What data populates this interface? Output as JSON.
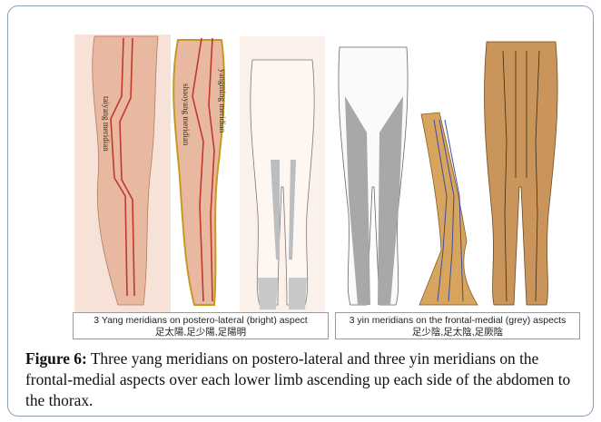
{
  "figure": {
    "labels": {
      "taiyang": "taiyang meridian",
      "shaoyang": "shaoyang meridian",
      "yangming": "yangming meridian"
    },
    "panel_caption_left": {
      "line1": "3 Yang meridians on postero-lateral (bright) aspect",
      "line2": "足太陽,足少陽,足陽明"
    },
    "panel_caption_right": {
      "line1": "3 yin meridians on the frontal-medial (grey) aspects",
      "line2": "足少陰,足太陰,足厥陰"
    },
    "caption_label": "Figure 6:",
    "caption_text": " Three yang meridians on postero-lateral and three yin meridians on the frontal-medial aspects over each lower limb ascending up each side of the abdomen to the thorax."
  },
  "colors": {
    "skin": "#f1cdb8",
    "meridian": "#c0392b",
    "grey_aspect": "#a8a8a8",
    "bronze": "#c9955a"
  }
}
